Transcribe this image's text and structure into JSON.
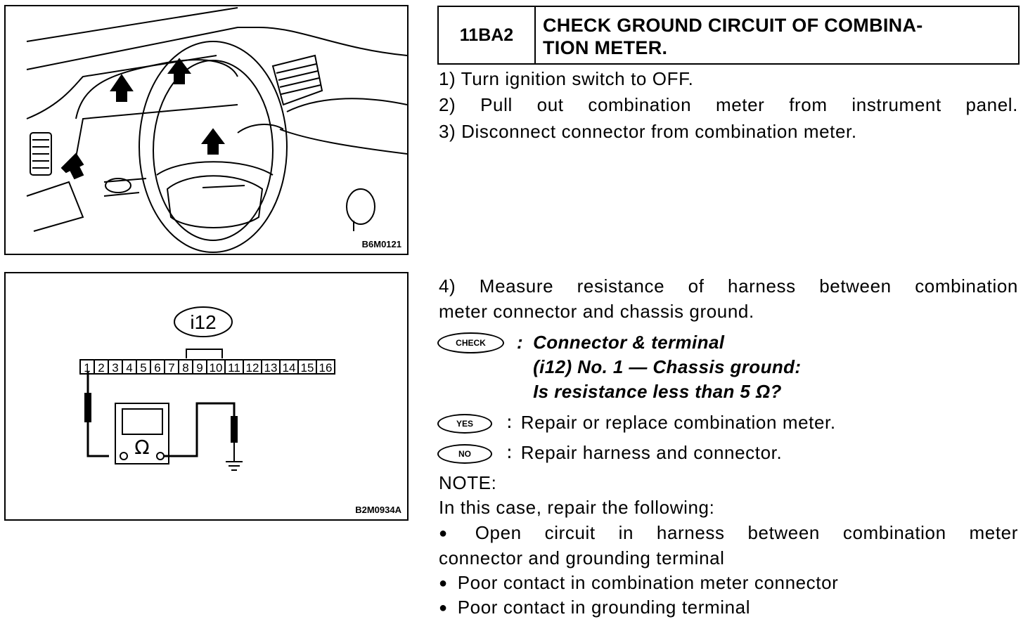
{
  "figures": {
    "top": {
      "code": "B6M0121"
    },
    "bottom": {
      "code": "B2M0934A",
      "connector_label": "i12",
      "pins": [
        "1",
        "2",
        "3",
        "4",
        "5",
        "6",
        "7",
        "8",
        "9",
        "10",
        "11",
        "12",
        "13",
        "14",
        "15",
        "16"
      ],
      "meter_symbol": "Ω"
    }
  },
  "heading": {
    "code": "11BA2",
    "title_line1": "CHECK GROUND CIRCUIT OF COMBINA-",
    "title_line2": "TION METER."
  },
  "steps": [
    "1)  Turn ignition switch to OFF.",
    "2)  Pull out combination meter from instrument panel.",
    "3)  Disconnect connector from combination meter."
  ],
  "step4": {
    "line1": "4) Measure resistance of harness between combination",
    "line2": "meter connector and chassis ground."
  },
  "check": {
    "badge": "CHECK",
    "sep": ":",
    "line1": "Connector & terminal",
    "line2": "(i12) No. 1 — Chassis ground:",
    "line3": "Is resistance less than 5 Ω?"
  },
  "yes": {
    "badge": "YES",
    "sep": ":",
    "text": "Repair or replace combination meter."
  },
  "no": {
    "badge": "NO",
    "sep": ":",
    "text": "Repair harness and connector."
  },
  "note": {
    "label": "NOTE:",
    "intro": "In this case, repair the following:",
    "b1_line1": "Open circuit in harness between combination meter",
    "b1_line2": "connector and grounding terminal",
    "b2": "Poor contact in combination meter connector",
    "b3": "Poor contact in grounding terminal"
  }
}
